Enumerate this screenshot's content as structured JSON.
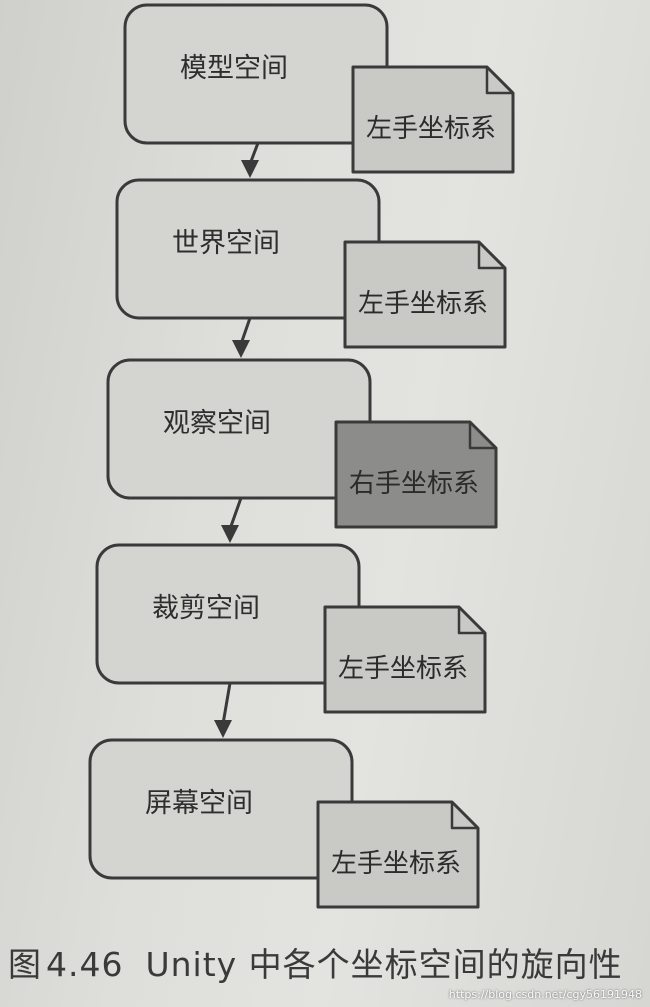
{
  "stages": [
    {
      "space": "模型空间",
      "handedness": "左手坐标系",
      "highlight": false
    },
    {
      "space": "世界空间",
      "handedness": "左手坐标系",
      "highlight": false
    },
    {
      "space": "观察空间",
      "handedness": "右手坐标系",
      "highlight": true
    },
    {
      "space": "裁剪空间",
      "handedness": "左手坐标系",
      "highlight": false
    },
    {
      "space": "屏幕空间",
      "handedness": "左手坐标系",
      "highlight": false
    }
  ],
  "caption": {
    "figure": "图",
    "number": "4.46",
    "text": "Unity 中各个坐标空间的旋向性"
  },
  "watermark": "https://blog.csdn.net/cgy56191948",
  "colors": {
    "box_fill": "#d4d4d1",
    "note_fill": "#c9c9c6",
    "note_highlight_fill": "#8c8c8a",
    "stroke": "#3a3a3a"
  }
}
